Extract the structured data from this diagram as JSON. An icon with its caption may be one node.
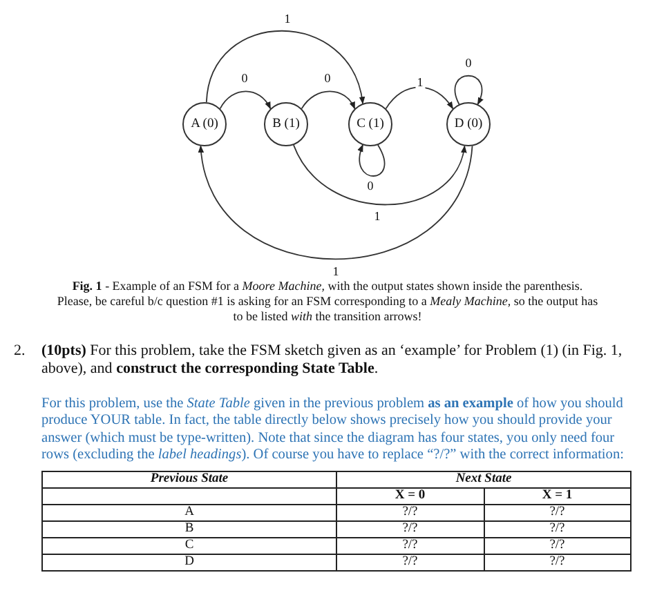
{
  "diagram": {
    "caption": "**Fig. 1** - Example of an FSM for a *Moore Machine*, with the output states shown inside the parenthesis. Please, be careful b/c question #1 is asking for an FSM corresponding to a *Mealy Machine*, so the output has to be listed *with* the transition arrows!",
    "nodes": [
      {
        "text": [
          "A (0)"
        ]
      },
      {
        "text": [
          "B (1)"
        ]
      },
      {
        "text": [
          "C (1)"
        ]
      },
      {
        "text": [
          "D (0)"
        ]
      }
    ],
    "edges": [
      {
        "from": 0,
        "to": 2,
        "arrow": "to",
        "label": "1"
      },
      {
        "from": 0,
        "to": 1,
        "arrow": "to",
        "label": "0"
      },
      {
        "from": 1,
        "to": 2,
        "arrow": "to",
        "label": "0"
      },
      {
        "from": 2,
        "to": 3,
        "arrow": "to",
        "label": "1"
      },
      {
        "from": 3,
        "to": 3,
        "arrow": "to",
        "label": "0"
      },
      {
        "from": 2,
        "to": 2,
        "arrow": "to",
        "label": "0"
      },
      {
        "from": 1,
        "to": 3,
        "arrow": "to",
        "label": "1"
      },
      {
        "from": 3,
        "to": 0,
        "arrow": "to",
        "label": "1"
      }
    ],
    "labels": [
      "2.",
      "**(10pts)** For this problem, take the FSM sketch given as an ‘example’ for Problem (1) (in Fig. 1, above), and **construct the corresponding State Table**.",
      "For this problem, use the *State Table* given in the previous problem **as an example** of how you should produce YOUR table. In fact, the table directly below shows precisely how you should provide your answer (which must be type-written). Note that since the diagram has four states, you only need four rows (excluding the *label headings*). Of course you have to replace “?/?” with the correct information:",
      "Previous State",
      "Next State",
      "X = 0",
      "X = 1",
      "A",
      "?/?",
      "?/?",
      "B",
      "?/?",
      "?/?",
      "C",
      "?/?",
      "?/?",
      "D",
      "?/?",
      "?/?"
    ]
  }
}
